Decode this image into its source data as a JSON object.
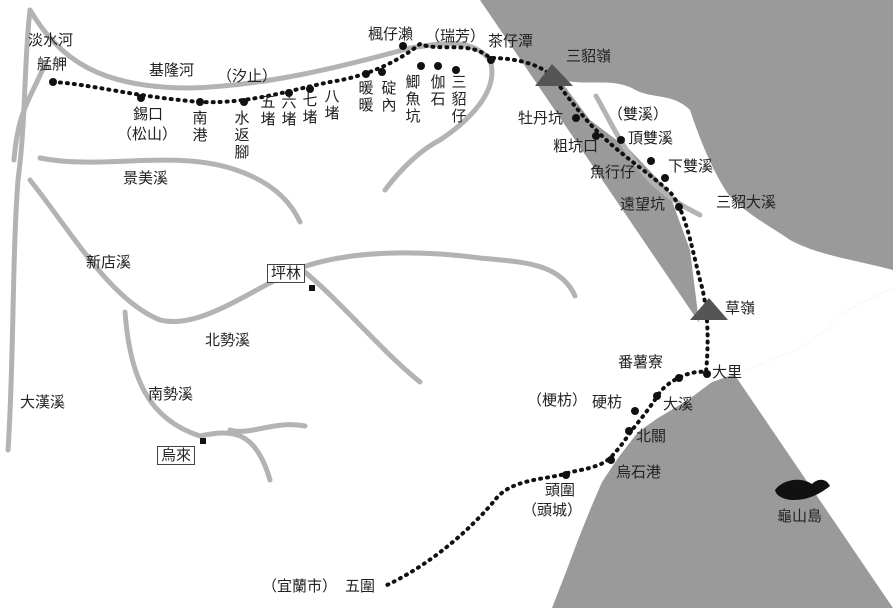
{
  "colors": {
    "sea": "#9a9a9a",
    "river": "#b3b3b3",
    "route": "#111111",
    "land": "#ffffff",
    "mountain": "#555555"
  },
  "labels": {
    "tamsui_river": "淡水河",
    "bangka": "艋舺",
    "keelung_river": "基隆河",
    "xizhi": "（汐止）",
    "fengzailai": "楓仔瀨",
    "ruifang": "（瑞芳）",
    "chazaitan": "茶仔潭",
    "sandiaoling": "三貂嶺",
    "xikou": "錫口",
    "songshan": "（松山）",
    "nangang": "南港",
    "shuifanjiao": "水返腳",
    "wudu": "五堵",
    "liudu": "六堵",
    "qidu": "七堵",
    "badu": "八堵",
    "nuannuan": "暖暖",
    "dingnei": "碇內",
    "jiyukeng": "鯽魚坑",
    "jiashi": "伽石",
    "sandiaozai": "三貂仔",
    "shuangxi": "（雙溪）",
    "mudankeng": "牡丹坑",
    "dingshuangxi": "頂雙溪",
    "cukengkou": "粗坑口",
    "yuxingzai": "魚行仔",
    "xiashuangxi": "下雙溪",
    "yuanwangkeng": "遠望坑",
    "sandiao_river": "三貂大溪",
    "jingmei_river": "景美溪",
    "xindian_river": "新店溪",
    "pinglin": "坪林",
    "beishi_river": "北勢溪",
    "nanshi_river": "南勢溪",
    "wulai": "烏來",
    "dahan_river": "大漢溪",
    "caoling": "草嶺",
    "fanshuliao": "番薯寮",
    "dali": "大里",
    "gengfang": "（梗枋）",
    "yingfang": "硬枋",
    "daxi": "大溪",
    "beiguan": "北關",
    "wushigang": "烏石港",
    "toubi": "頭圍",
    "toucheng": "（頭城）",
    "yilan_city": "（宜蘭市）",
    "wuwei": "五圍",
    "guishan_island": "龜山島"
  }
}
